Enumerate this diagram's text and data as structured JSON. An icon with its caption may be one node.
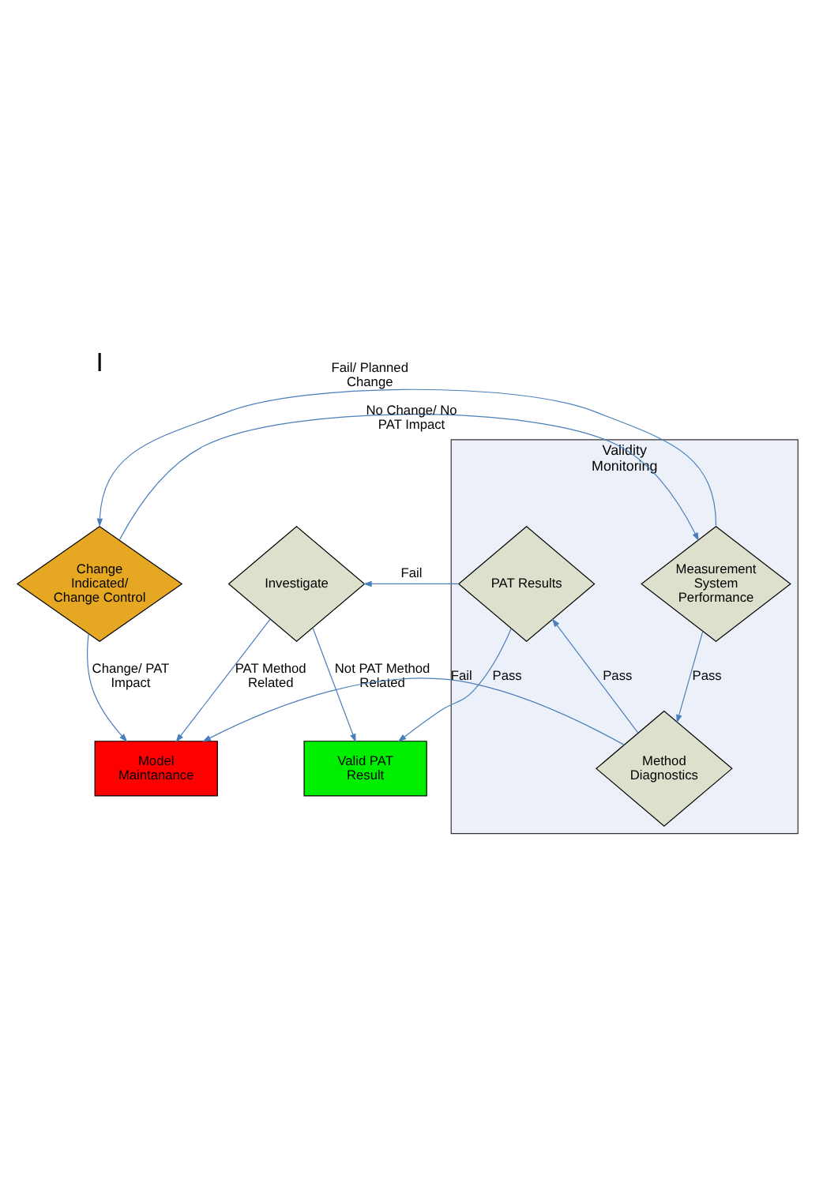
{
  "diagram": {
    "nodes": [
      {
        "text": [
          "Validity Monitoring"
        ]
      },
      {
        "text": [
          "Change Indicated/ Change Control"
        ]
      },
      {
        "text": [
          "Measurement System Performance"
        ],
        "in": 0
      },
      {
        "text": [
          "Method Diagnostics"
        ],
        "in": 0
      },
      {
        "text": [
          "Model Maintanance"
        ]
      },
      {
        "text": [
          "PAT Results"
        ],
        "in": 0
      },
      {
        "text": [
          "Investigate"
        ]
      },
      {
        "text": [
          "Valid PAT Result"
        ]
      }
    ],
    "edges": [
      {
        "from": 2,
        "to": 1,
        "arrow": "to",
        "label": "Fail/ Planned Change"
      },
      {
        "from": 1,
        "to": 2,
        "arrow": "to",
        "label": "No Change/ No PAT Impact"
      },
      {
        "from": 1,
        "to": 4,
        "arrow": "to",
        "label": "Change/ PAT Impact"
      },
      {
        "from": 2,
        "to": 3,
        "arrow": "to",
        "label": "Pass"
      },
      {
        "from": 3,
        "to": 4,
        "arrow": "to",
        "label": "Fail"
      },
      {
        "from": 3,
        "to": 5,
        "arrow": "to",
        "label": "Pass"
      },
      {
        "from": 5,
        "to": 6,
        "arrow": "to",
        "label": "Fail"
      },
      {
        "from": 6,
        "to": 4,
        "arrow": "to",
        "label": "PAT Method Related"
      },
      {
        "from": 5,
        "to": 7,
        "arrow": "to",
        "label": "Pass"
      },
      {
        "from": 6,
        "to": 7,
        "arrow": "to",
        "label": "Not PAT Method Related"
      }
    ],
    "labels": [
      "I"
    ]
  }
}
